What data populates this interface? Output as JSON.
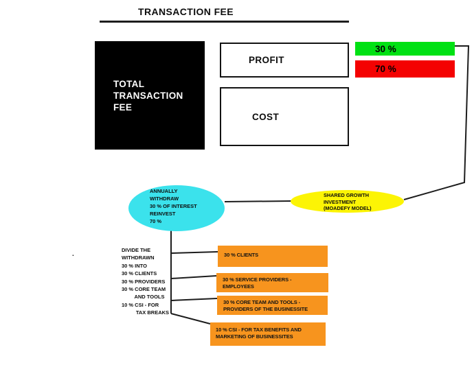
{
  "title": "TRANSACTION FEE",
  "flow": {
    "total_fee": "TOTAL\nTRANSACTION\nFEE",
    "profit": "PROFIT",
    "cost": "COST",
    "profit_share": "30 %",
    "cost_share": "70 %",
    "annual_withdraw": "ANNUALLY\nWITHDRAW\n30 % OF INTEREST\nREINVEST\n70 %",
    "shared_growth": "SHARED GROWTH\nINVESTMENT\n(MOADEFY MODEL)",
    "divide_note": "DIVIDE THE\nWITHDRAWN\n30 % INTO\n30 % CLIENTS\n30 % PROVIDERS\n30 % CORE TEAM\n         AND TOOLS\n10 % CSI - FOR\n          TAX BREAKS",
    "allocations": [
      "30 % CLIENTS",
      "30 % SERVICE PROVIDERS -\nEMPLOYEES",
      "30 % CORE TEAM AND TOOLS -\nPROVIDERS OF THE BUSINESSITE",
      "10 % CSI - FOR TAX BENEFITS AND\nMARKETING OF BUSINESSITES"
    ],
    "stray_mark": "."
  },
  "colors": {
    "positive_green": "#00e114",
    "negative_red": "#f40202",
    "cyan_node": "#3be2ec",
    "yellow_node": "#fcf405",
    "orange_box": "#f7941e",
    "black_node": "#000000",
    "line": "#1c1c1c"
  }
}
